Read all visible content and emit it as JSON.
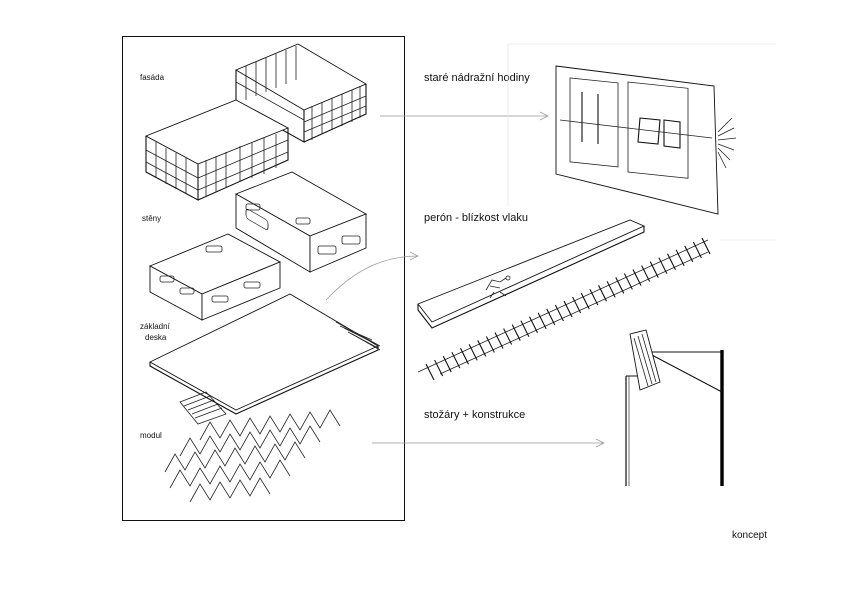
{
  "legend": {
    "fasada": "fasáda",
    "steny": "stěny",
    "zakladni_deska": [
      "základní",
      "deska"
    ],
    "modul": "modul"
  },
  "concepts": {
    "hodiny": "staré nádražní hodiny",
    "peron": "perón - blízkost vlaku",
    "stozary": "stožáry + konstrukce"
  },
  "caption": "koncept"
}
